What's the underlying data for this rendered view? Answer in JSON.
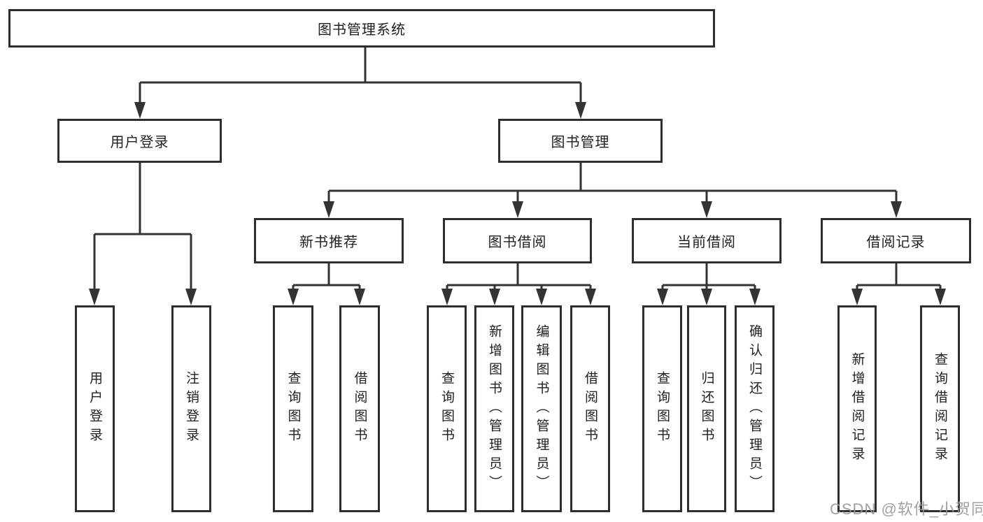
{
  "tree": {
    "root": {
      "label": "图书管理系统"
    },
    "level1": [
      {
        "label": "用户登录",
        "leaves": [
          {
            "label": "用户登录"
          },
          {
            "label": "注销登录"
          }
        ]
      },
      {
        "label": "图书管理",
        "children": [
          {
            "label": "新书推荐",
            "leaves": [
              {
                "label": "查询图书"
              },
              {
                "label": "借阅图书"
              }
            ]
          },
          {
            "label": "图书借阅",
            "leaves": [
              {
                "label": "查询图书"
              },
              {
                "label": "新增图书（管理员）"
              },
              {
                "label": "编辑图书（管理员）"
              },
              {
                "label": "借阅图书"
              }
            ]
          },
          {
            "label": "当前借阅",
            "leaves": [
              {
                "label": "查询图书"
              },
              {
                "label": "归还图书"
              },
              {
                "label": "确认归还（管理员）"
              }
            ]
          },
          {
            "label": "借阅记录",
            "leaves": [
              {
                "label": "新增借阅记录"
              },
              {
                "label": "查询借阅记录"
              }
            ]
          }
        ]
      }
    ]
  },
  "watermark": {
    "text": "CSDN @软件_小贺同学"
  },
  "colors": {
    "line": "#333333",
    "box_border": "#2e2e2e",
    "text": "#1f1f1f",
    "background": "#ffffff",
    "watermark": "#949494"
  }
}
